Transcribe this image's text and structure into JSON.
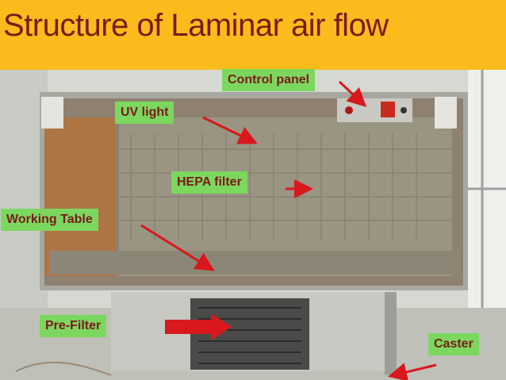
{
  "slide": {
    "title": "Structure of Laminar air flow"
  },
  "labels": {
    "control_panel": "Control panel",
    "uv_light": "UV light",
    "hepa_filter": "HEPA filter",
    "working_table": "Working Table",
    "pre_filter": "Pre-Filter",
    "caster": "Caster"
  },
  "colors": {
    "banner": "#fbbb1c",
    "title_text": "#7a1a1a",
    "label_bg": "#7cd75f",
    "label_text": "#7a1a1a",
    "arrow": "#d8181c"
  }
}
